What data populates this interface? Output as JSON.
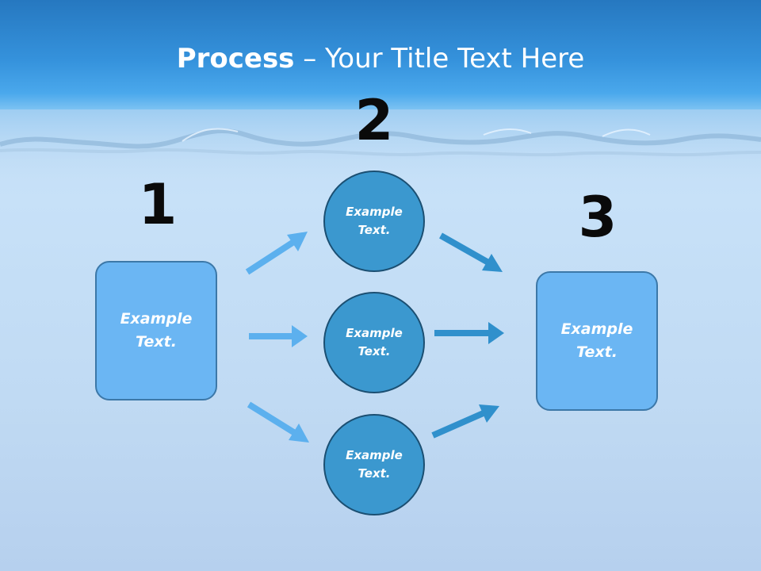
{
  "title": {
    "bold": "Process",
    "rest": " – Your Title Text Here"
  },
  "steps": [
    {
      "number": "1",
      "label_line1": "Example",
      "label_line2": "Text."
    },
    {
      "number": "2"
    },
    {
      "number": "3",
      "label_line1": "Example",
      "label_line2": "Text."
    }
  ],
  "circles": [
    {
      "label_line1": "Example",
      "label_line2": "Text."
    },
    {
      "label_line1": "Example",
      "label_line2": "Text."
    },
    {
      "label_line1": "Example",
      "label_line2": "Text."
    }
  ],
  "colors": {
    "box_fill": "#6bb6f3",
    "circle_fill": "#3b98cf",
    "arrow_left": "#5cb0ee",
    "arrow_right": "#3090cc"
  }
}
